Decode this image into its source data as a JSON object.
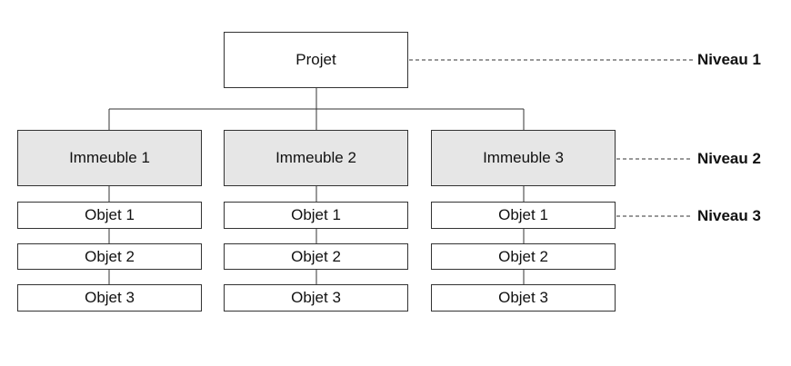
{
  "root": {
    "label": "Projet"
  },
  "buildings": [
    {
      "label": "Immeuble 1",
      "objects": [
        "Objet 1",
        "Objet 2",
        "Objet 3"
      ]
    },
    {
      "label": "Immeuble 2",
      "objects": [
        "Objet 1",
        "Objet 2",
        "Objet 3"
      ]
    },
    {
      "label": "Immeuble 3",
      "objects": [
        "Objet 1",
        "Objet 2",
        "Objet 3"
      ]
    }
  ],
  "levels": [
    "Niveau 1",
    "Niveau 2",
    "Niveau 3"
  ],
  "colors": {
    "line": "#333333",
    "building_fill": "#e6e6e6",
    "box_fill": "#ffffff"
  }
}
